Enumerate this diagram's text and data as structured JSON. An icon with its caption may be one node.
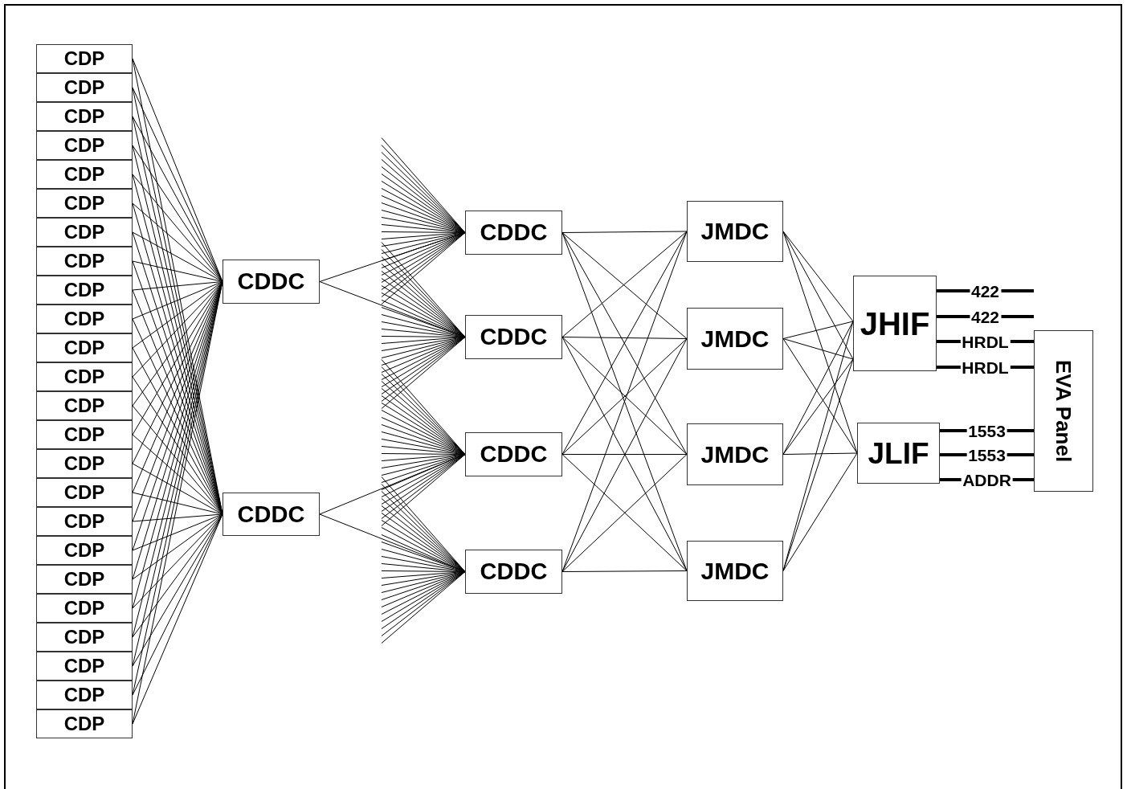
{
  "diagram": {
    "nodes": [
      {
        "text": [
          "CDP"
        ]
      },
      {
        "text": [
          "CDP"
        ]
      },
      {
        "text": [
          "CDP"
        ]
      },
      {
        "text": [
          "CDP"
        ]
      },
      {
        "text": [
          "CDP"
        ]
      },
      {
        "text": [
          "CDP"
        ]
      },
      {
        "text": [
          "CDP"
        ]
      },
      {
        "text": [
          "CDP"
        ]
      },
      {
        "text": [
          "CDP"
        ]
      },
      {
        "text": [
          "CDP"
        ]
      },
      {
        "text": [
          "CDP"
        ]
      },
      {
        "text": [
          "CDP"
        ]
      },
      {
        "text": [
          "CDP"
        ]
      },
      {
        "text": [
          "CDP"
        ]
      },
      {
        "text": [
          "CDP"
        ]
      },
      {
        "text": [
          "CDP"
        ]
      },
      {
        "text": [
          "CDP"
        ]
      },
      {
        "text": [
          "CDP"
        ]
      },
      {
        "text": [
          "CDP"
        ]
      },
      {
        "text": [
          "CDP"
        ]
      },
      {
        "text": [
          "CDP"
        ]
      },
      {
        "text": [
          "CDP"
        ]
      },
      {
        "text": [
          "CDP"
        ]
      },
      {
        "text": [
          "CDP"
        ]
      },
      {
        "text": [
          "CDDC"
        ]
      },
      {
        "text": [
          "CDDC"
        ]
      },
      {
        "text": [
          "CDDC"
        ]
      },
      {
        "text": [
          "CDDC"
        ]
      },
      {
        "text": [
          "CDDC"
        ]
      },
      {
        "text": [
          "CDDC"
        ]
      },
      {
        "text": [
          "JMDC"
        ]
      },
      {
        "text": [
          "JMDC"
        ]
      },
      {
        "text": [
          "JMDC"
        ]
      },
      {
        "text": [
          "JMDC"
        ]
      },
      {
        "text": [
          "JHIF"
        ]
      },
      {
        "text": [
          "JLIF"
        ]
      },
      {
        "text": [
          "EVA Panel"
        ]
      }
    ],
    "edges": [
      {
        "from": 0,
        "to": 24,
        "arrow": "none"
      },
      {
        "from": 0,
        "to": 25,
        "arrow": "none"
      },
      {
        "from": 1,
        "to": 24,
        "arrow": "none"
      },
      {
        "from": 1,
        "to": 25,
        "arrow": "none"
      },
      {
        "from": 2,
        "to": 24,
        "arrow": "none"
      },
      {
        "from": 2,
        "to": 25,
        "arrow": "none"
      },
      {
        "from": 3,
        "to": 24,
        "arrow": "none"
      },
      {
        "from": 3,
        "to": 25,
        "arrow": "none"
      },
      {
        "from": 4,
        "to": 24,
        "arrow": "none"
      },
      {
        "from": 4,
        "to": 25,
        "arrow": "none"
      },
      {
        "from": 5,
        "to": 24,
        "arrow": "none"
      },
      {
        "from": 5,
        "to": 25,
        "arrow": "none"
      },
      {
        "from": 6,
        "to": 24,
        "arrow": "none"
      },
      {
        "from": 6,
        "to": 25,
        "arrow": "none"
      },
      {
        "from": 7,
        "to": 24,
        "arrow": "none"
      },
      {
        "from": 7,
        "to": 25,
        "arrow": "none"
      },
      {
        "from": 8,
        "to": 24,
        "arrow": "none"
      },
      {
        "from": 8,
        "to": 25,
        "arrow": "none"
      },
      {
        "from": 9,
        "to": 24,
        "arrow": "none"
      },
      {
        "from": 9,
        "to": 25,
        "arrow": "none"
      },
      {
        "from": 10,
        "to": 24,
        "arrow": "none"
      },
      {
        "from": 10,
        "to": 25,
        "arrow": "none"
      },
      {
        "from": 11,
        "to": 24,
        "arrow": "none"
      },
      {
        "from": 11,
        "to": 25,
        "arrow": "none"
      },
      {
        "from": 12,
        "to": 24,
        "arrow": "none"
      },
      {
        "from": 12,
        "to": 25,
        "arrow": "none"
      },
      {
        "from": 13,
        "to": 24,
        "arrow": "none"
      },
      {
        "from": 13,
        "to": 25,
        "arrow": "none"
      },
      {
        "from": 14,
        "to": 24,
        "arrow": "none"
      },
      {
        "from": 14,
        "to": 25,
        "arrow": "none"
      },
      {
        "from": 15,
        "to": 24,
        "arrow": "none"
      },
      {
        "from": 15,
        "to": 25,
        "arrow": "none"
      },
      {
        "from": 16,
        "to": 24,
        "arrow": "none"
      },
      {
        "from": 16,
        "to": 25,
        "arrow": "none"
      },
      {
        "from": 17,
        "to": 24,
        "arrow": "none"
      },
      {
        "from": 17,
        "to": 25,
        "arrow": "none"
      },
      {
        "from": 18,
        "to": 24,
        "arrow": "none"
      },
      {
        "from": 18,
        "to": 25,
        "arrow": "none"
      },
      {
        "from": 19,
        "to": 24,
        "arrow": "none"
      },
      {
        "from": 19,
        "to": 25,
        "arrow": "none"
      },
      {
        "from": 20,
        "to": 24,
        "arrow": "none"
      },
      {
        "from": 20,
        "to": 25,
        "arrow": "none"
      },
      {
        "from": 21,
        "to": 24,
        "arrow": "none"
      },
      {
        "from": 21,
        "to": 25,
        "arrow": "none"
      },
      {
        "from": 22,
        "to": 24,
        "arrow": "none"
      },
      {
        "from": 22,
        "to": 25,
        "arrow": "none"
      },
      {
        "from": 23,
        "to": 24,
        "arrow": "none"
      },
      {
        "from": 23,
        "to": 25,
        "arrow": "none"
      },
      {
        "from": 24,
        "to": 26,
        "arrow": "none"
      },
      {
        "from": 24,
        "to": 27,
        "arrow": "none"
      },
      {
        "from": 25,
        "to": 28,
        "arrow": "none"
      },
      {
        "from": 25,
        "to": 29,
        "arrow": "none"
      },
      {
        "from": null,
        "to": 26,
        "arrow": "none"
      },
      {
        "from": null,
        "to": 26,
        "arrow": "none"
      },
      {
        "from": null,
        "to": 26,
        "arrow": "none"
      },
      {
        "from": null,
        "to": 26,
        "arrow": "none"
      },
      {
        "from": null,
        "to": 26,
        "arrow": "none"
      },
      {
        "from": null,
        "to": 26,
        "arrow": "none"
      },
      {
        "from": null,
        "to": 26,
        "arrow": "none"
      },
      {
        "from": null,
        "to": 26,
        "arrow": "none"
      },
      {
        "from": null,
        "to": 26,
        "arrow": "none"
      },
      {
        "from": null,
        "to": 26,
        "arrow": "none"
      },
      {
        "from": null,
        "to": 26,
        "arrow": "none"
      },
      {
        "from": null,
        "to": 26,
        "arrow": "none"
      },
      {
        "from": null,
        "to": 26,
        "arrow": "none"
      },
      {
        "from": null,
        "to": 26,
        "arrow": "none"
      },
      {
        "from": null,
        "to": 26,
        "arrow": "none"
      },
      {
        "from": null,
        "to": 26,
        "arrow": "none"
      },
      {
        "from": null,
        "to": 26,
        "arrow": "none"
      },
      {
        "from": null,
        "to": 26,
        "arrow": "none"
      },
      {
        "from": null,
        "to": 26,
        "arrow": "none"
      },
      {
        "from": null,
        "to": 26,
        "arrow": "none"
      },
      {
        "from": null,
        "to": 26,
        "arrow": "none"
      },
      {
        "from": null,
        "to": 26,
        "arrow": "none"
      },
      {
        "from": null,
        "to": 26,
        "arrow": "none"
      },
      {
        "from": null,
        "to": 26,
        "arrow": "none"
      },
      {
        "from": null,
        "to": 27,
        "arrow": "none"
      },
      {
        "from": null,
        "to": 27,
        "arrow": "none"
      },
      {
        "from": null,
        "to": 27,
        "arrow": "none"
      },
      {
        "from": null,
        "to": 27,
        "arrow": "none"
      },
      {
        "from": null,
        "to": 27,
        "arrow": "none"
      },
      {
        "from": null,
        "to": 27,
        "arrow": "none"
      },
      {
        "from": null,
        "to": 27,
        "arrow": "none"
      },
      {
        "from": null,
        "to": 27,
        "arrow": "none"
      },
      {
        "from": null,
        "to": 27,
        "arrow": "none"
      },
      {
        "from": null,
        "to": 27,
        "arrow": "none"
      },
      {
        "from": null,
        "to": 27,
        "arrow": "none"
      },
      {
        "from": null,
        "to": 27,
        "arrow": "none"
      },
      {
        "from": null,
        "to": 27,
        "arrow": "none"
      },
      {
        "from": null,
        "to": 27,
        "arrow": "none"
      },
      {
        "from": null,
        "to": 27,
        "arrow": "none"
      },
      {
        "from": null,
        "to": 27,
        "arrow": "none"
      },
      {
        "from": null,
        "to": 27,
        "arrow": "none"
      },
      {
        "from": null,
        "to": 27,
        "arrow": "none"
      },
      {
        "from": null,
        "to": 27,
        "arrow": "none"
      },
      {
        "from": null,
        "to": 27,
        "arrow": "none"
      },
      {
        "from": null,
        "to": 27,
        "arrow": "none"
      },
      {
        "from": null,
        "to": 27,
        "arrow": "none"
      },
      {
        "from": null,
        "to": 27,
        "arrow": "none"
      },
      {
        "from": null,
        "to": 27,
        "arrow": "none"
      },
      {
        "from": null,
        "to": 28,
        "arrow": "none"
      },
      {
        "from": null,
        "to": 28,
        "arrow": "none"
      },
      {
        "from": null,
        "to": 28,
        "arrow": "none"
      },
      {
        "from": null,
        "to": 28,
        "arrow": "none"
      },
      {
        "from": null,
        "to": 28,
        "arrow": "none"
      },
      {
        "from": null,
        "to": 28,
        "arrow": "none"
      },
      {
        "from": null,
        "to": 28,
        "arrow": "none"
      },
      {
        "from": null,
        "to": 28,
        "arrow": "none"
      },
      {
        "from": null,
        "to": 28,
        "arrow": "none"
      },
      {
        "from": null,
        "to": 28,
        "arrow": "none"
      },
      {
        "from": null,
        "to": 28,
        "arrow": "none"
      },
      {
        "from": null,
        "to": 28,
        "arrow": "none"
      },
      {
        "from": null,
        "to": 28,
        "arrow": "none"
      },
      {
        "from": null,
        "to": 28,
        "arrow": "none"
      },
      {
        "from": null,
        "to": 28,
        "arrow": "none"
      },
      {
        "from": null,
        "to": 28,
        "arrow": "none"
      },
      {
        "from": null,
        "to": 28,
        "arrow": "none"
      },
      {
        "from": null,
        "to": 28,
        "arrow": "none"
      },
      {
        "from": null,
        "to": 28,
        "arrow": "none"
      },
      {
        "from": null,
        "to": 28,
        "arrow": "none"
      },
      {
        "from": null,
        "to": 28,
        "arrow": "none"
      },
      {
        "from": null,
        "to": 28,
        "arrow": "none"
      },
      {
        "from": null,
        "to": 28,
        "arrow": "none"
      },
      {
        "from": null,
        "to": 28,
        "arrow": "none"
      },
      {
        "from": null,
        "to": 29,
        "arrow": "none"
      },
      {
        "from": null,
        "to": 29,
        "arrow": "none"
      },
      {
        "from": null,
        "to": 29,
        "arrow": "none"
      },
      {
        "from": null,
        "to": 29,
        "arrow": "none"
      },
      {
        "from": null,
        "to": 29,
        "arrow": "none"
      },
      {
        "from": null,
        "to": 29,
        "arrow": "none"
      },
      {
        "from": null,
        "to": 29,
        "arrow": "none"
      },
      {
        "from": null,
        "to": 29,
        "arrow": "none"
      },
      {
        "from": null,
        "to": 29,
        "arrow": "none"
      },
      {
        "from": null,
        "to": 29,
        "arrow": "none"
      },
      {
        "from": null,
        "to": 29,
        "arrow": "none"
      },
      {
        "from": null,
        "to": 29,
        "arrow": "none"
      },
      {
        "from": null,
        "to": 29,
        "arrow": "none"
      },
      {
        "from": null,
        "to": 29,
        "arrow": "none"
      },
      {
        "from": null,
        "to": 29,
        "arrow": "none"
      },
      {
        "from": null,
        "to": 29,
        "arrow": "none"
      },
      {
        "from": null,
        "to": 29,
        "arrow": "none"
      },
      {
        "from": null,
        "to": 29,
        "arrow": "none"
      },
      {
        "from": null,
        "to": 29,
        "arrow": "none"
      },
      {
        "from": null,
        "to": 29,
        "arrow": "none"
      },
      {
        "from": null,
        "to": 29,
        "arrow": "none"
      },
      {
        "from": null,
        "to": 29,
        "arrow": "none"
      },
      {
        "from": null,
        "to": 29,
        "arrow": "none"
      },
      {
        "from": null,
        "to": 29,
        "arrow": "none"
      },
      {
        "from": 26,
        "to": 30,
        "arrow": "none"
      },
      {
        "from": 26,
        "to": 31,
        "arrow": "none"
      },
      {
        "from": 26,
        "to": 32,
        "arrow": "none"
      },
      {
        "from": 26,
        "to": 33,
        "arrow": "none"
      },
      {
        "from": 27,
        "to": 30,
        "arrow": "none"
      },
      {
        "from": 27,
        "to": 31,
        "arrow": "none"
      },
      {
        "from": 27,
        "to": 32,
        "arrow": "none"
      },
      {
        "from": 27,
        "to": 33,
        "arrow": "none"
      },
      {
        "from": 28,
        "to": 30,
        "arrow": "none"
      },
      {
        "from": 28,
        "to": 31,
        "arrow": "none"
      },
      {
        "from": 28,
        "to": 32,
        "arrow": "none"
      },
      {
        "from": 28,
        "to": 33,
        "arrow": "none"
      },
      {
        "from": 29,
        "to": 30,
        "arrow": "none"
      },
      {
        "from": 29,
        "to": 31,
        "arrow": "none"
      },
      {
        "from": 29,
        "to": 32,
        "arrow": "none"
      },
      {
        "from": 29,
        "to": 33,
        "arrow": "none"
      },
      {
        "from": 30,
        "to": 34,
        "arrow": "none"
      },
      {
        "from": 30,
        "to": 34,
        "arrow": "none"
      },
      {
        "from": 30,
        "to": 35,
        "arrow": "none"
      },
      {
        "from": 31,
        "to": 34,
        "arrow": "none"
      },
      {
        "from": 31,
        "to": 34,
        "arrow": "none"
      },
      {
        "from": 31,
        "to": 35,
        "arrow": "none"
      },
      {
        "from": 32,
        "to": 34,
        "arrow": "none"
      },
      {
        "from": 32,
        "to": 34,
        "arrow": "none"
      },
      {
        "from": 32,
        "to": 35,
        "arrow": "none"
      },
      {
        "from": 33,
        "to": 34,
        "arrow": "none"
      },
      {
        "from": 33,
        "to": 34,
        "arrow": "none"
      },
      {
        "from": 33,
        "to": 35,
        "arrow": "none"
      },
      {
        "from": 34,
        "to": null,
        "label": "422",
        "arrow": "none",
        "style": "thick"
      },
      {
        "from": 34,
        "to": null,
        "label": "422",
        "arrow": "none",
        "style": "thick"
      },
      {
        "from": 34,
        "to": 36,
        "label": "HRDL",
        "arrow": "none",
        "style": "thick"
      },
      {
        "from": 34,
        "to": 36,
        "label": "HRDL",
        "arrow": "none",
        "style": "thick"
      },
      {
        "from": 35,
        "to": 36,
        "label": "1553",
        "arrow": "none",
        "style": "thick"
      },
      {
        "from": 35,
        "to": 36,
        "label": "1553",
        "arrow": "none",
        "style": "thick"
      },
      {
        "from": 35,
        "to": 36,
        "label": "ADDR",
        "arrow": "none",
        "style": "thick"
      }
    ]
  }
}
